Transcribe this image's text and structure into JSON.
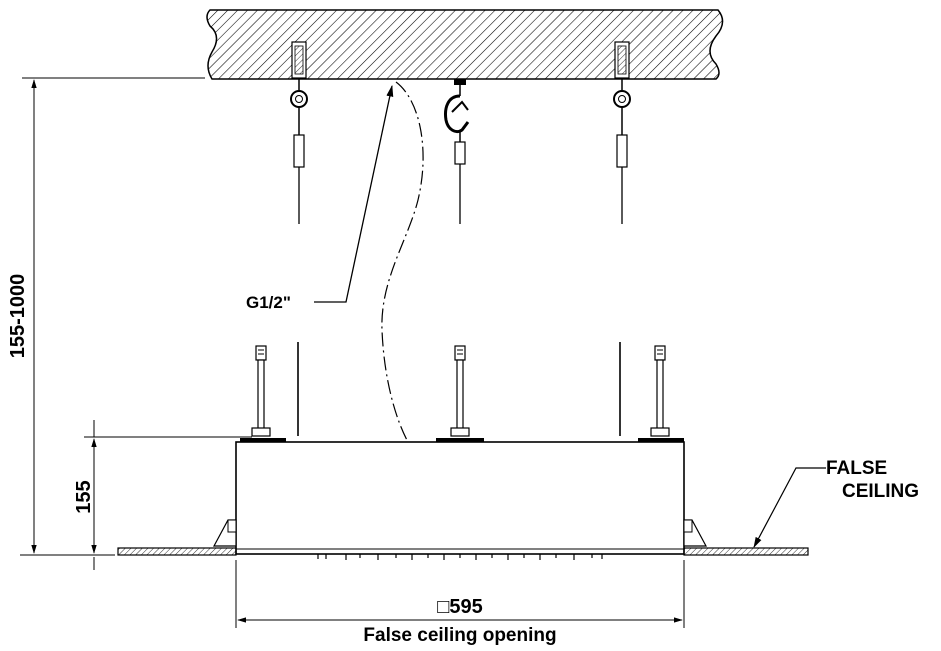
{
  "labels": {
    "pipe_thread": "G1/2\"",
    "overall_height": "155-1000",
    "unit_height": "155",
    "false_ceiling_line1": "FALSE",
    "false_ceiling_line2": "CEILING",
    "opening_size": "□595",
    "opening_caption": "False  ceiling  opening"
  },
  "colors": {
    "line": "#000000",
    "hatch_background": "#ffffff",
    "panel_fill": "#9a9a9a"
  }
}
